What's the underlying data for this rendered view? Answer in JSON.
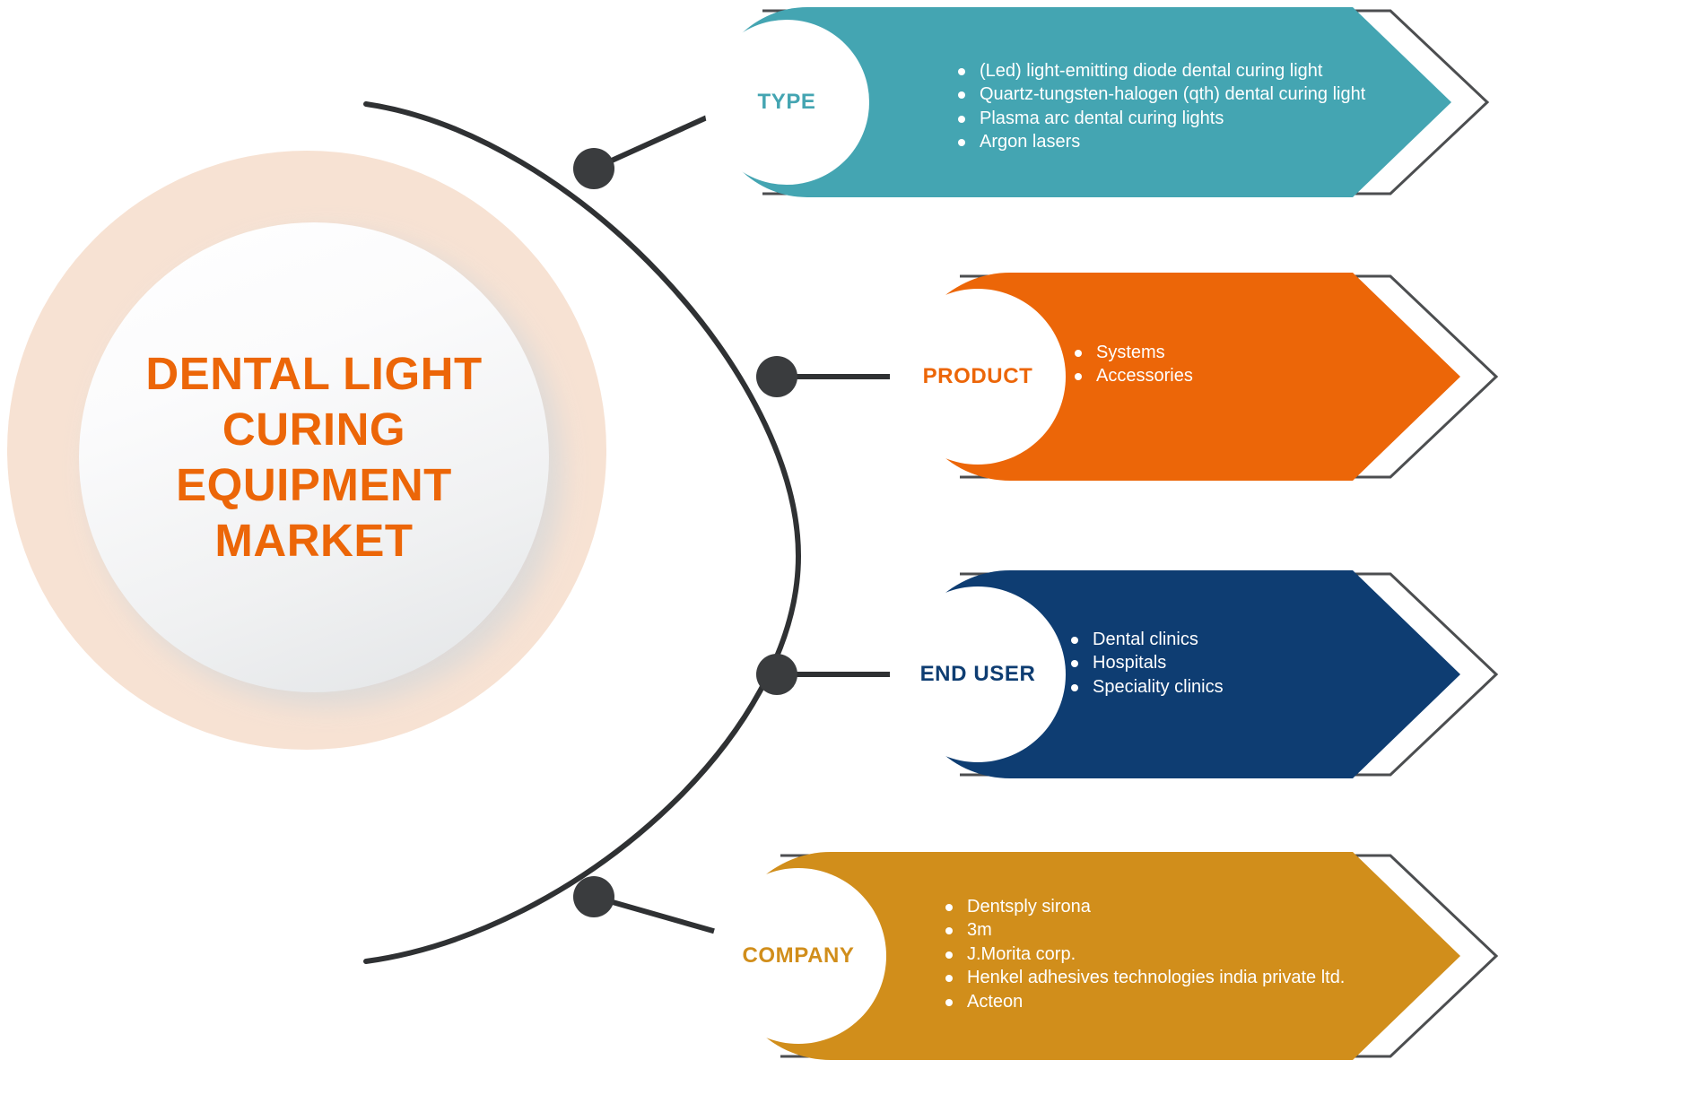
{
  "diagram": {
    "center": {
      "title": "DENTAL LIGHT\nCURING\nEQUIPMENT\nMARKET",
      "title_color": "#ec6608",
      "ring_color": "#f7e2d3"
    },
    "branches": [
      {
        "label": "TYPE",
        "color": "#44a5b2",
        "items": [
          "(Led) light-emitting diode dental curing light",
          "Quartz-tungsten-halogen (qth) dental curing light",
          "Plasma arc dental curing lights",
          "Argon lasers"
        ]
      },
      {
        "label": "PRODUCT",
        "color": "#ec6608",
        "items": [
          "Systems",
          "Accessories"
        ]
      },
      {
        "label": "END USER",
        "color": "#0e3d72",
        "items": [
          "Dental clinics",
          "Hospitals",
          "Speciality clinics"
        ]
      },
      {
        "label": "COMPANY",
        "color": "#d18e1b",
        "items": [
          "Dentsply sirona",
          "3m",
          "J.Morita corp.",
          "Henkel adhesives technologies india private ltd.",
          "Acteon"
        ]
      }
    ],
    "connector_color": "#2f3133"
  }
}
